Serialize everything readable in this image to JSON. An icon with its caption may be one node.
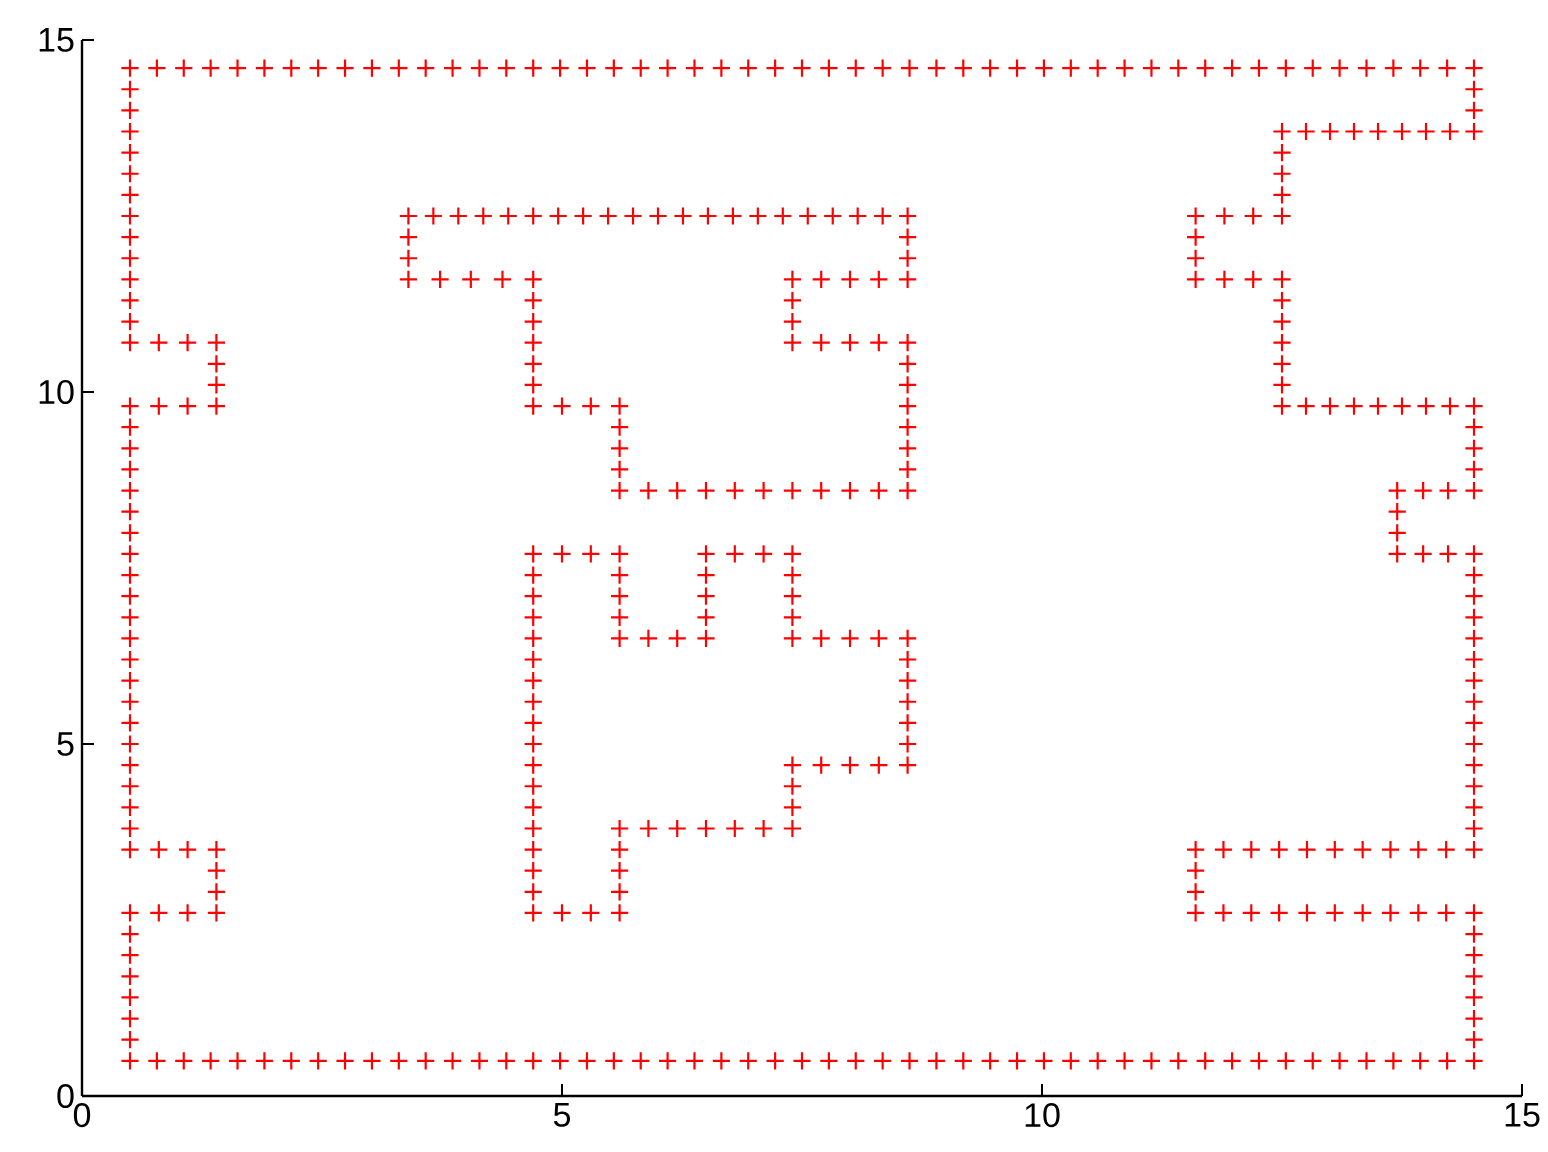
{
  "diagram": {
    "chart_data": {
      "type": "scatter",
      "xlim": [
        0,
        15
      ],
      "ylim": [
        0,
        15
      ],
      "xticks": [
        0,
        5,
        10,
        15
      ],
      "yticks": [
        0,
        5,
        10,
        15
      ],
      "series": [
        {
          "color": "#ff0000",
          "marker": "+",
          "x": [
            0.5,
            0.5,
            0.5,
            0.5,
            0.5,
            0.5,
            0.5,
            0.5,
            0.5,
            0.5,
            0.5,
            0.5,
            0.5,
            0.5,
            0.8,
            1.1,
            1.4,
            1.4,
            1.4,
            1.4,
            1.1,
            0.8,
            0.5,
            0.5,
            0.5,
            0.5,
            0.5,
            0.5,
            0.5,
            0.5,
            0.5,
            0.5,
            0.5,
            0.5,
            0.5,
            0.5,
            0.5,
            0.5,
            0.5,
            0.5,
            0.5,
            0.5,
            0.5,
            0.5,
            0.8,
            1.1,
            1.4,
            1.4,
            1.4,
            1.4,
            1.1,
            0.8,
            0.5,
            0.5,
            0.5,
            0.5,
            0.5,
            0.5,
            0.5,
            0.5,
            0.78,
            1.06,
            1.34,
            1.62,
            1.9,
            2.18,
            2.46,
            2.74,
            3.02,
            3.3,
            3.58,
            3.86,
            4.14,
            4.42,
            4.7,
            4.98,
            5.26,
            5.54,
            5.82,
            6.1,
            6.38,
            6.66,
            6.94,
            7.22,
            7.5,
            7.78,
            8.06,
            8.34,
            8.62,
            8.9,
            9.18,
            9.46,
            9.74,
            10.02,
            10.3,
            10.58,
            10.86,
            11.14,
            11.42,
            11.7,
            11.98,
            12.26,
            12.54,
            12.82,
            13.1,
            13.38,
            13.66,
            13.94,
            14.22,
            14.5,
            14.5,
            14.5,
            14.5,
            14.5,
            14.5,
            14.5,
            14.5,
            14.21,
            13.92,
            13.63,
            13.34,
            13.05,
            12.76,
            12.47,
            12.18,
            11.89,
            11.6,
            11.6,
            11.6,
            11.6,
            11.89,
            12.18,
            12.47,
            12.76,
            13.05,
            13.34,
            13.63,
            13.92,
            14.21,
            14.5,
            14.5,
            14.5,
            14.5,
            14.5,
            14.5,
            14.5,
            14.5,
            14.5,
            14.5,
            14.5,
            14.5,
            14.5,
            14.5,
            14.5,
            14.23,
            13.97,
            13.7,
            13.7,
            13.7,
            13.7,
            13.97,
            14.23,
            14.5,
            14.5,
            14.5,
            14.5,
            14.5,
            14.25,
            14,
            13.75,
            13.5,
            13.25,
            13,
            12.75,
            12.5,
            12.5,
            12.5,
            12.5,
            12.5,
            12.5,
            12.5,
            12.2,
            11.9,
            11.6,
            11.6,
            11.6,
            11.6,
            11.9,
            12.2,
            12.5,
            12.5,
            12.5,
            12.5,
            12.5,
            12.75,
            13,
            13.25,
            13.5,
            13.75,
            14,
            14.25,
            14.5,
            14.5,
            14.5,
            14.5,
            14.22,
            13.94,
            13.66,
            13.38,
            13.1,
            12.82,
            12.54,
            12.26,
            11.98,
            11.7,
            11.42,
            11.14,
            10.86,
            10.58,
            10.3,
            10.02,
            9.74,
            9.46,
            9.18,
            8.9,
            8.62,
            8.34,
            8.06,
            7.78,
            7.5,
            7.22,
            6.94,
            6.66,
            6.38,
            6.1,
            5.82,
            5.54,
            5.26,
            4.98,
            4.7,
            4.42,
            4.14,
            3.86,
            3.58,
            3.3,
            3.02,
            2.74,
            2.46,
            2.18,
            1.9,
            1.62,
            1.34,
            1.06,
            0.78
          ],
          "values": [
            14.6,
            14.3,
            14,
            13.7,
            13.4,
            13.1,
            12.8,
            12.5,
            12.2,
            11.9,
            11.6,
            11.3,
            11,
            10.7,
            10.7,
            10.7,
            10.7,
            10.4,
            10.1,
            9.8,
            9.8,
            9.8,
            9.8,
            9.5,
            9.2,
            8.9,
            8.6,
            8.3,
            8,
            7.7,
            7.4,
            7.1,
            6.8,
            6.5,
            6.2,
            5.9,
            5.6,
            5.3,
            5,
            4.7,
            4.4,
            4.1,
            3.8,
            3.5,
            3.5,
            3.5,
            3.5,
            3.2,
            2.9,
            2.6,
            2.6,
            2.6,
            2.6,
            2.3,
            2,
            1.7,
            1.4,
            1.1,
            0.8,
            0.5,
            0.5,
            0.5,
            0.5,
            0.5,
            0.5,
            0.5,
            0.5,
            0.5,
            0.5,
            0.5,
            0.5,
            0.5,
            0.5,
            0.5,
            0.5,
            0.5,
            0.5,
            0.5,
            0.5,
            0.5,
            0.5,
            0.5,
            0.5,
            0.5,
            0.5,
            0.5,
            0.5,
            0.5,
            0.5,
            0.5,
            0.5,
            0.5,
            0.5,
            0.5,
            0.5,
            0.5,
            0.5,
            0.5,
            0.5,
            0.5,
            0.5,
            0.5,
            0.5,
            0.5,
            0.5,
            0.5,
            0.5,
            0.5,
            0.5,
            0.5,
            0.8,
            1.1,
            1.4,
            1.7,
            2,
            2.3,
            2.6,
            2.6,
            2.6,
            2.6,
            2.6,
            2.6,
            2.6,
            2.6,
            2.6,
            2.6,
            2.6,
            2.9,
            3.2,
            3.5,
            3.5,
            3.5,
            3.5,
            3.5,
            3.5,
            3.5,
            3.5,
            3.5,
            3.5,
            3.5,
            3.8,
            4.1,
            4.4,
            4.7,
            5,
            5.3,
            5.6,
            5.9,
            6.2,
            6.5,
            6.8,
            7.1,
            7.4,
            7.7,
            7.7,
            7.7,
            7.7,
            8,
            8.3,
            8.6,
            8.6,
            8.6,
            8.6,
            8.9,
            9.2,
            9.5,
            9.8,
            9.8,
            9.8,
            9.8,
            9.8,
            9.8,
            9.8,
            9.8,
            9.8,
            10.1,
            10.4,
            10.7,
            11,
            11.3,
            11.6,
            11.6,
            11.6,
            11.6,
            11.9,
            12.2,
            12.5,
            12.5,
            12.5,
            12.5,
            12.8,
            13.1,
            13.4,
            13.7,
            13.7,
            13.7,
            13.7,
            13.7,
            13.7,
            13.7,
            13.7,
            13.7,
            14,
            14.3,
            14.6,
            14.6,
            14.6,
            14.6,
            14.6,
            14.6,
            14.6,
            14.6,
            14.6,
            14.6,
            14.6,
            14.6,
            14.6,
            14.6,
            14.6,
            14.6,
            14.6,
            14.6,
            14.6,
            14.6,
            14.6,
            14.6,
            14.6,
            14.6,
            14.6,
            14.6,
            14.6,
            14.6,
            14.6,
            14.6,
            14.6,
            14.6,
            14.6,
            14.6,
            14.6,
            14.6,
            14.6,
            14.6,
            14.6,
            14.6,
            14.6,
            14.6,
            14.6,
            14.6,
            14.6,
            14.6,
            14.6,
            14.6,
            14.6,
            14.6
          ]
        },
        {
          "color": "#ff0000",
          "marker": "+",
          "x": [
            3.4,
            3.66,
            3.92,
            4.18,
            4.44,
            4.7,
            4.96,
            5.22,
            5.48,
            5.74,
            6,
            6.26,
            6.52,
            6.78,
            7.04,
            7.3,
            7.56,
            7.82,
            8.08,
            8.34,
            8.6,
            8.6,
            8.6,
            8.6,
            8.3,
            8,
            7.7,
            7.4,
            7.4,
            7.4,
            7.4,
            7.7,
            8,
            8.3,
            8.6,
            8.6,
            8.6,
            8.6,
            8.6,
            8.6,
            8.6,
            8.6,
            8.3,
            8,
            7.7,
            7.4,
            7.1,
            6.8,
            6.5,
            6.2,
            5.9,
            5.6,
            5.6,
            5.6,
            5.6,
            5.6,
            5.3,
            5,
            4.7,
            4.7,
            4.7,
            4.7,
            4.7,
            4.7,
            4.7,
            4.38,
            4.05,
            3.73,
            3.4,
            3.4,
            3.4
          ],
          "values": [
            12.5,
            12.5,
            12.5,
            12.5,
            12.5,
            12.5,
            12.5,
            12.5,
            12.5,
            12.5,
            12.5,
            12.5,
            12.5,
            12.5,
            12.5,
            12.5,
            12.5,
            12.5,
            12.5,
            12.5,
            12.5,
            12.2,
            11.9,
            11.6,
            11.6,
            11.6,
            11.6,
            11.6,
            11.3,
            11,
            10.7,
            10.7,
            10.7,
            10.7,
            10.7,
            10.4,
            10.1,
            9.8,
            9.5,
            9.2,
            8.9,
            8.6,
            8.6,
            8.6,
            8.6,
            8.6,
            8.6,
            8.6,
            8.6,
            8.6,
            8.6,
            8.6,
            8.9,
            9.2,
            9.5,
            9.8,
            9.8,
            9.8,
            9.8,
            10.1,
            10.4,
            10.7,
            11,
            11.3,
            11.6,
            11.6,
            11.6,
            11.6,
            11.6,
            11.9,
            12.2
          ]
        },
        {
          "color": "#ff0000",
          "marker": "+",
          "x": [
            4.7,
            5,
            5.3,
            5.6,
            5.6,
            5.6,
            5.6,
            5.6,
            5.9,
            6.2,
            6.5,
            6.5,
            6.5,
            6.5,
            6.5,
            6.8,
            7.1,
            7.4,
            7.4,
            7.4,
            7.4,
            7.4,
            7.7,
            8,
            8.3,
            8.6,
            8.6,
            8.6,
            8.6,
            8.6,
            8.6,
            8.6,
            8.3,
            8,
            7.7,
            7.4,
            7.4,
            7.4,
            7.4,
            7.1,
            6.8,
            6.5,
            6.2,
            5.9,
            5.6,
            5.6,
            5.6,
            5.6,
            5.6,
            5.3,
            5,
            4.7,
            4.7,
            4.7,
            4.7,
            4.7,
            4.7,
            4.7,
            4.7,
            4.7,
            4.7,
            4.7,
            4.7,
            4.7,
            4.7,
            4.7,
            4.7,
            4.7
          ],
          "values": [
            7.7,
            7.7,
            7.7,
            7.7,
            7.4,
            7.1,
            6.8,
            6.5,
            6.5,
            6.5,
            6.5,
            6.8,
            7.1,
            7.4,
            7.7,
            7.7,
            7.7,
            7.7,
            7.4,
            7.1,
            6.8,
            6.5,
            6.5,
            6.5,
            6.5,
            6.5,
            6.2,
            5.9,
            5.6,
            5.3,
            5,
            4.7,
            4.7,
            4.7,
            4.7,
            4.7,
            4.4,
            4.1,
            3.8,
            3.8,
            3.8,
            3.8,
            3.8,
            3.8,
            3.8,
            3.5,
            3.2,
            2.9,
            2.6,
            2.6,
            2.6,
            2.6,
            2.9,
            3.2,
            3.5,
            3.8,
            4.1,
            4.4,
            4.7,
            5,
            5.3,
            5.6,
            5.9,
            6.2,
            6.5,
            6.8,
            7.1,
            7.4
          ]
        }
      ]
    }
  }
}
